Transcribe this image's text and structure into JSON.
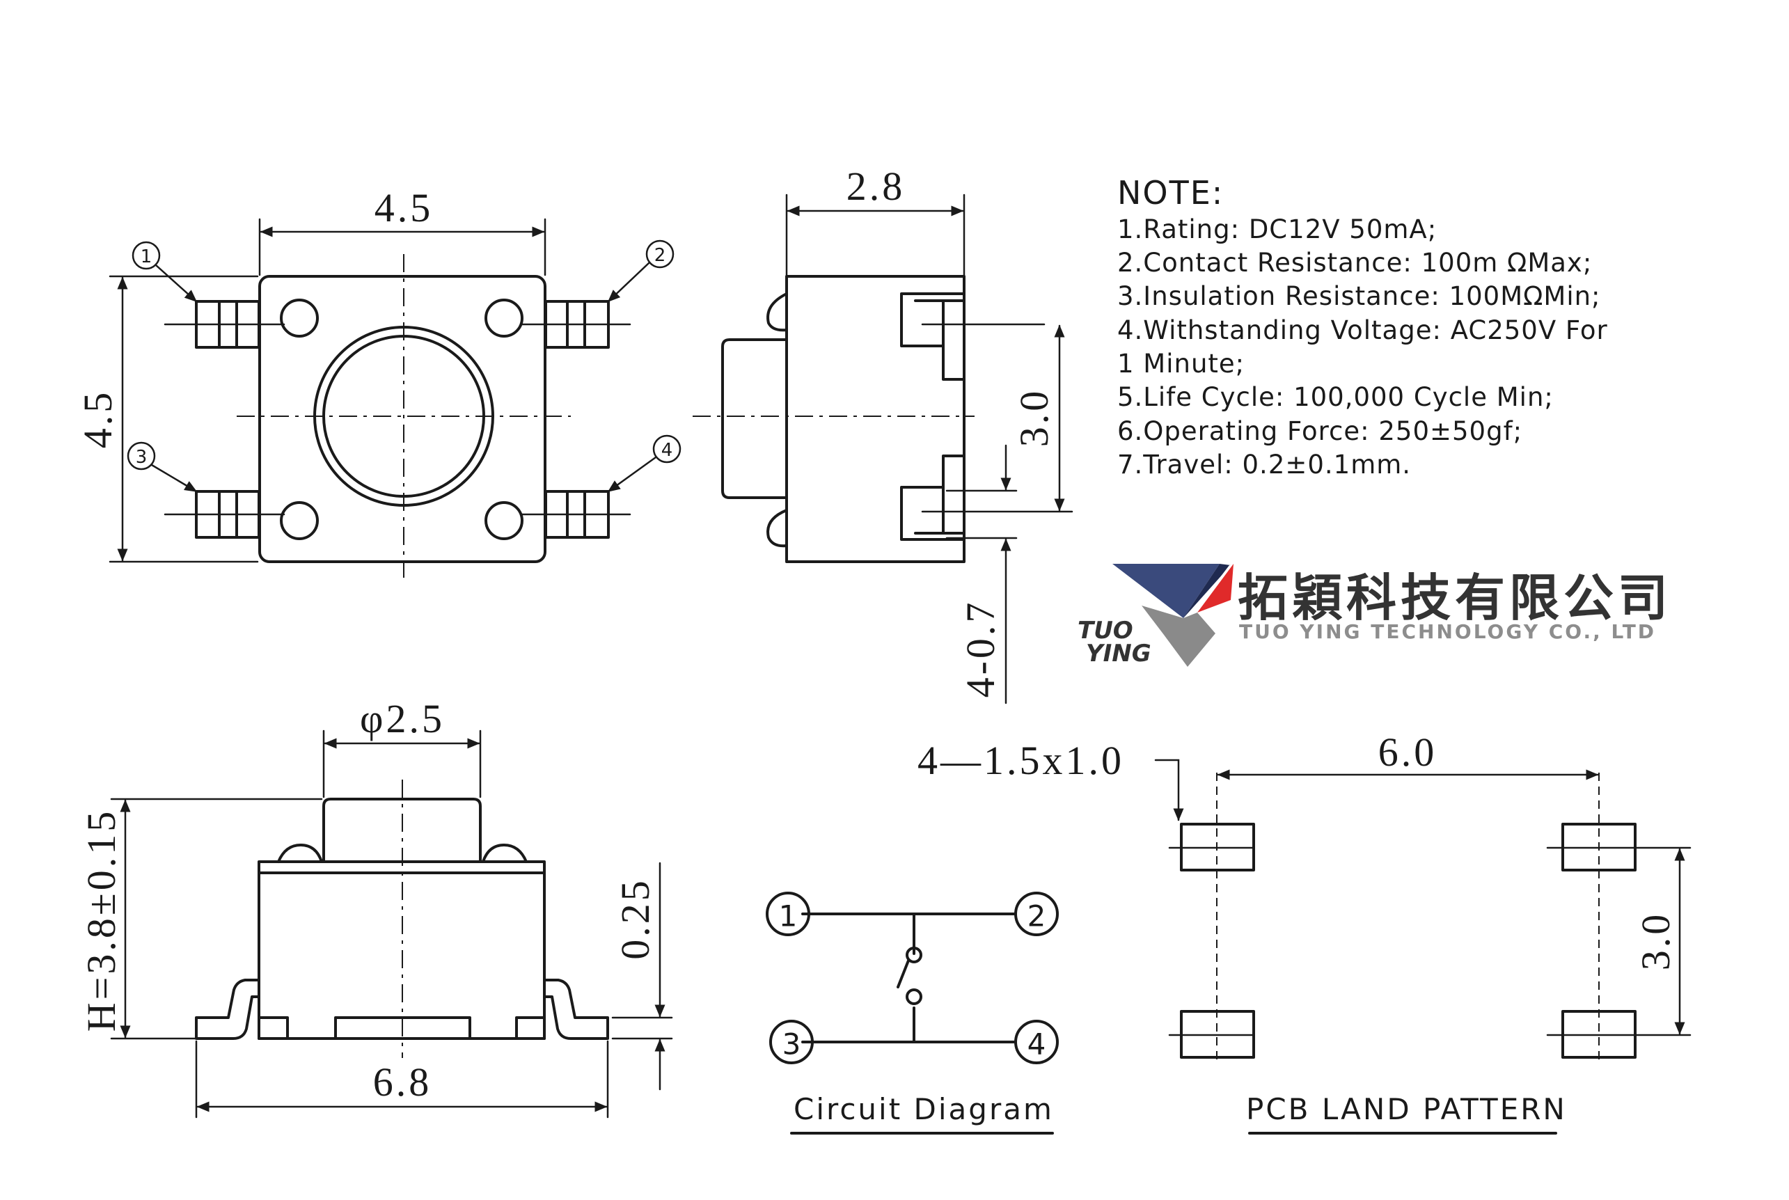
{
  "top_view": {
    "dim_width": "4.5",
    "dim_height": "4.5",
    "pins": [
      "1",
      "2",
      "3",
      "4"
    ]
  },
  "side_view": {
    "dim_depth": "2.8",
    "dim_pitch": "3.0",
    "dim_lead": "4-0.7"
  },
  "front_view": {
    "dim_button": "φ2.5",
    "dim_height": "H=3.8±0.15",
    "dim_lead_thickness": "0.25",
    "dim_overall": "6.8"
  },
  "notes": {
    "title": "NOTE:",
    "lines": [
      "1.Rating: DC12V  50mA;",
      "2.Contact  Resistance: 100m ΩMax;",
      "3.Insulation  Resistance: 100MΩMin;",
      "4.Withstanding  Voltage: AC250V  For",
      "1  Minute;",
      "5.Life  Cycle: 100,000  Cycle  Min;",
      "6.Operating  Force: 250±50gf;",
      "7.Travel: 0.2±0.1mm."
    ]
  },
  "logo": {
    "chinese_name": "拓穎科技有限公司",
    "english_name": "TUO YING TECHNOLOGY CO., LTD",
    "mark_line1": "TUO",
    "mark_line2": "YING",
    "colors": {
      "blue": "#3a4a7c",
      "red": "#e02a2a",
      "gray": "#8a8a8a"
    }
  },
  "circuit": {
    "caption": "Circuit  Diagram",
    "pins": [
      "1",
      "2",
      "3",
      "4"
    ]
  },
  "pcb": {
    "caption": "PCB   LAND  PATTERN",
    "dim_pad": "4—1.5x1.0",
    "dim_width": "6.0",
    "dim_height": "3.0"
  }
}
